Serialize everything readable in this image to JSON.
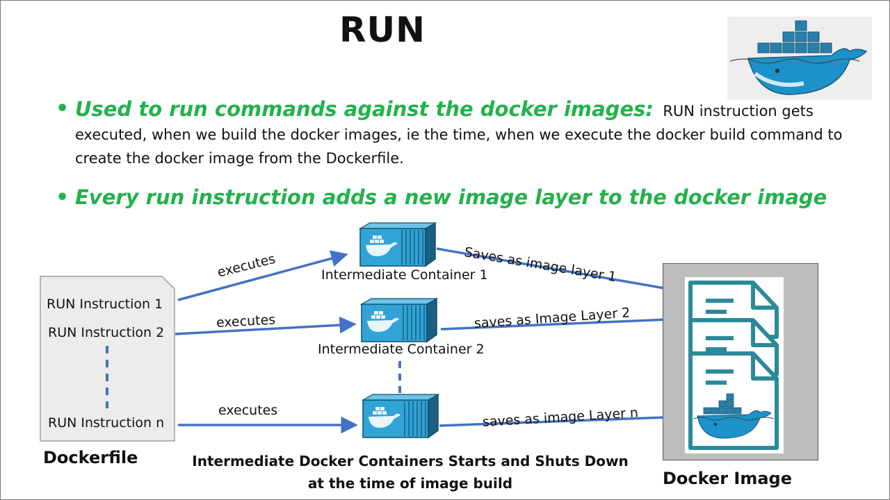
{
  "title": "RUN",
  "bullets": [
    {
      "highlight": "Used to run commands against the docker images",
      "separator": ":",
      "text": "RUN instruction gets executed, when we build the docker images, ie the time, when we execute the docker build command to create the docker image from the Dockerfile."
    },
    {
      "highlight": "Every run instruction adds a new image layer to the docker image"
    }
  ],
  "dockerfile": {
    "instructions": [
      "RUN Instruction 1",
      "RUN Instruction 2",
      "RUN Instruction n"
    ],
    "label": "Dockerfile"
  },
  "arrows": {
    "executes": [
      "executes",
      "executes",
      "executes"
    ],
    "saves": [
      "Saves as image layer 1",
      "saves as Image Layer 2",
      "saves as image Layer n"
    ]
  },
  "containers": [
    "Intermediate Container 1",
    "Intermediate Container 2"
  ],
  "caption": {
    "line1": "Intermediate Docker Containers Starts and Shuts Down",
    "line2": "at the time of image build"
  },
  "docker_image_label": "Docker Image",
  "colors": {
    "accent_green": "#22b24c",
    "arrow_blue": "#4472c4",
    "docker_blue": "#1d91c9",
    "doc_teal": "#2b8a9a"
  }
}
